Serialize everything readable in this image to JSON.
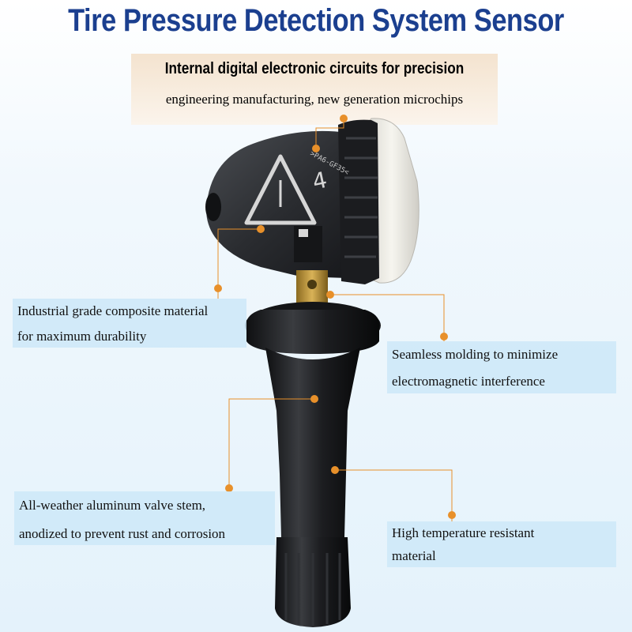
{
  "title": "Tire Pressure Detection System Sensor",
  "top_feature": {
    "line1": "Internal digital electronic circuits for precision",
    "line2": "engineering manufacturing, new generation microchips"
  },
  "features": {
    "composite": {
      "line1": "Industrial grade composite material",
      "line2": "for maximum durability"
    },
    "molding": {
      "line1": "Seamless molding to minimize",
      "line2": "electromagnetic interference"
    },
    "valve_stem": {
      "line1": "All-weather aluminum valve stem,",
      "line2": "anodized to prevent rust and corrosion"
    },
    "temperature": {
      "line1": "High temperature resistant",
      "line2": "material"
    }
  },
  "product_markings": {
    "model_code": ">PA6-GF35<",
    "digit": "4"
  },
  "colors": {
    "title": "#1b3f8f",
    "leader_line": "#e8902a",
    "callout_bg": "#cde8f8",
    "top_box_bg": "#f6e7d6"
  }
}
